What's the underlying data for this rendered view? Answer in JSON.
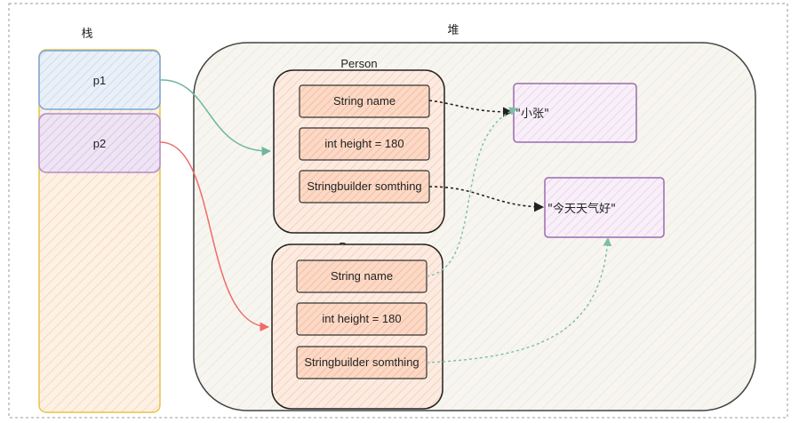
{
  "diagram": {
    "stack_title": "栈",
    "heap_title": "堆",
    "stack_items": [
      "p1",
      "p2"
    ],
    "objects": [
      {
        "title": "Person",
        "fields": [
          "String name",
          "int height = 180",
          "Stringbuilder somthing"
        ]
      },
      {
        "title": "Person",
        "fields": [
          "String name",
          "int height = 180",
          "Stringbuilder somthing"
        ]
      }
    ],
    "values": [
      "\"小张\"",
      "\"今天天气好\""
    ]
  },
  "colors": {
    "stack_fill": "#fdeee0",
    "stack_border": "#e8c24a",
    "p1_fill": "#e3ecf8",
    "p1_border": "#7aa6d8",
    "p2_fill": "#ece0f2",
    "p2_border": "#b18cc8",
    "heap_fill": "#f6f4ee",
    "heap_border": "#444444",
    "object_fill": "#fbe4d8",
    "field_fill": "#fbd8c4",
    "field_border": "#333333",
    "value_fill": "#f6ecf6",
    "value_border": "#9a6cb0",
    "arrow_p1": "#6fb5a0",
    "arrow_p2": "#ee6b6b",
    "arrow_dark": "#333333",
    "arrow_green": "#7cbfa6"
  }
}
